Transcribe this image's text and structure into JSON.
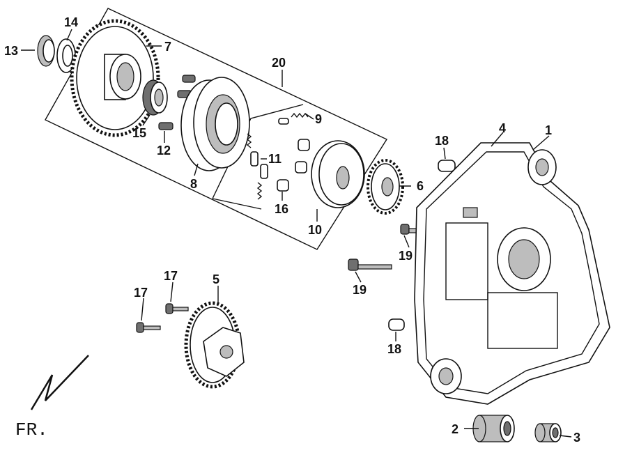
{
  "labels": {
    "l1": "1",
    "l2": "2",
    "l3": "3",
    "l4": "4",
    "l5": "5",
    "l6": "6",
    "l7": "7",
    "l8": "8",
    "l9": "9",
    "l10": "10",
    "l11": "11",
    "l12": "12",
    "l13": "13",
    "l14": "14",
    "l15": "15",
    "l16": "16",
    "l17a": "17",
    "l17b": "17",
    "l18a": "18",
    "l18b": "18",
    "l19a": "19",
    "l19b": "19",
    "l20": "20"
  },
  "front_marker": "FR."
}
